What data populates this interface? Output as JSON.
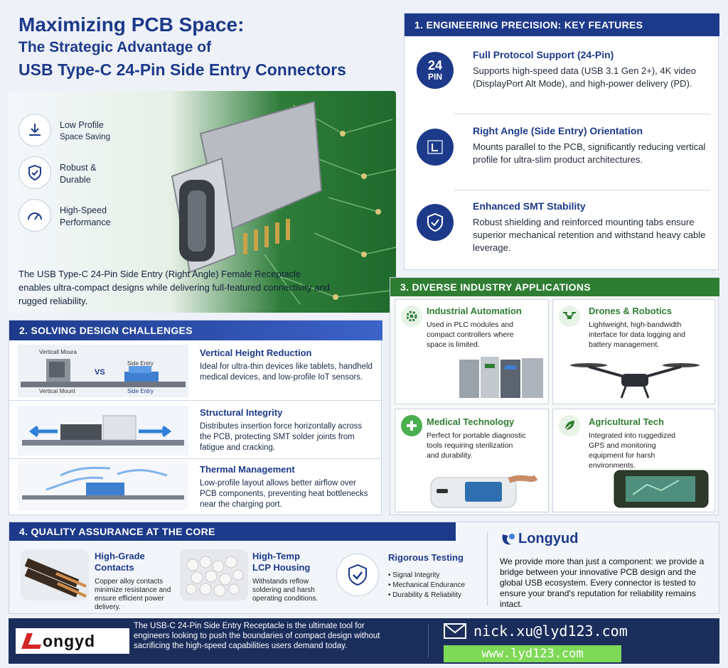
{
  "header": {
    "title_line1": "Maximizing PCB Space:",
    "title_line2": "The Strategic Advantage of",
    "title_line3": "USB Type-C 24-Pin Side Entry Connectors"
  },
  "hero": {
    "badges": [
      {
        "label1": "Low Profile",
        "label2": "Space Saving",
        "icon": "download-icon"
      },
      {
        "label1": "Robust &",
        "label2": "Durable",
        "icon": "shield-check-icon"
      },
      {
        "label1": "High-Speed",
        "label2": "Performance",
        "icon": "speedometer-icon"
      }
    ],
    "caption": "The USB Type-C 24-Pin Side Entry (Right Angle) Female Receptacle enables ultra-compact designs while delivering full-featured connectivity and rugged reliability."
  },
  "features": {
    "heading": "1. ENGINEERING PRECISION: KEY FEATURES",
    "pin_badge_num": "24",
    "pin_badge_text": "PIN",
    "items": [
      {
        "title": "Full Protocol Support (24-Pin)",
        "body": "Supports high-speed data (USB 3.1 Gen 2+), 4K video (DisplayPort Alt Mode), and high-power delivery (PD)."
      },
      {
        "title": "Right Angle (Side Entry) Orientation",
        "body": "Mounts parallel to the PCB, significantly reducing vertical profile for ultra-slim product architectures."
      },
      {
        "title": "Enhanced SMT Stability",
        "body": "Robust shielding and reinforced mounting tabs ensure superior mechanical retention and withstand heavy cable leverage."
      }
    ]
  },
  "challenges": {
    "heading": "2. SOLVING DESIGN CHALLENGES",
    "diagram_labels": {
      "vertical_top": "Verticall Moura",
      "vs": "VS",
      "side_top": "Side Entry",
      "vertical_bottom": "Vertical Mount",
      "side_bottom": "Side Entry"
    },
    "items": [
      {
        "title": "Vertical Height Reduction",
        "body": "Ideal for ultra-thin devices like tablets, handheld medical devices, and low-profile IoT sensors."
      },
      {
        "title": "Structural Integrity",
        "body": "Distributes insertion force horizontally across the PCB, protecting SMT solder joints from fatigue and cracking."
      },
      {
        "title": "Thermal Management",
        "body": "Low-profile layout allows better airflow over PCB components, preventing heat bottlenecks near the charging port."
      }
    ]
  },
  "applications": {
    "heading": "3. DIVERSE INDUSTRY APPLICATIONS",
    "items": [
      {
        "title": "Industrial Automation",
        "body": "Used in PLC modules and compact controllers where space is limited.",
        "icon": "gear-icon"
      },
      {
        "title": "Drones & Robotics",
        "body": "Lightweight, high-bandwidth interface for data logging and battery management.",
        "icon": "drone-icon"
      },
      {
        "title": "Medical Technology",
        "body": "Perfect for portable diagnostic tools requiring sterilization and durability.",
        "icon": "medical-cross-icon"
      },
      {
        "title": "Agricultural Tech",
        "body": "Integrated into ruggedized GPS and monitoring equipment for harsh environments.",
        "icon": "leaf-icon"
      }
    ]
  },
  "quality": {
    "heading": "4. QUALITY ASSURANCE AT THE CORE",
    "contacts": {
      "title1": "High-Grade",
      "title2": "Contacts",
      "body": "Copper alloy contacts minimize resistance and ensure efficient power delivery."
    },
    "housing": {
      "title1": "High-Temp",
      "title2": "LCP Housing",
      "body": "Withstands reflow soldering and harsh operating conditions."
    },
    "testing": {
      "title": "Rigorous Testing",
      "bullets": [
        "Signal Integrity",
        "Mechanical Endurance",
        "Durability & Reliability"
      ]
    }
  },
  "brand": {
    "name": "Longyud",
    "statement": "We provide more than just a component: we provide a bridge between your innovative PCB design and the global USB ecosystem. Every connector is tested to ensure your brand's reputation for reliability remains intact."
  },
  "footer": {
    "logo_text": "ongyd",
    "text": "The USB-C 24-Pin Side Entry Receptacle is the ultimate tool for engineers looking to push the boundaries of compact design without sacrificing the high-speed capabilities users demand today.",
    "email": "nick.xu@lyd123.com",
    "website": "www.lyd123.com"
  },
  "colors": {
    "navy": "#1d3a8a",
    "green": "#2e7d32",
    "lime": "#7ed957",
    "footer": "#1b2d5b"
  }
}
